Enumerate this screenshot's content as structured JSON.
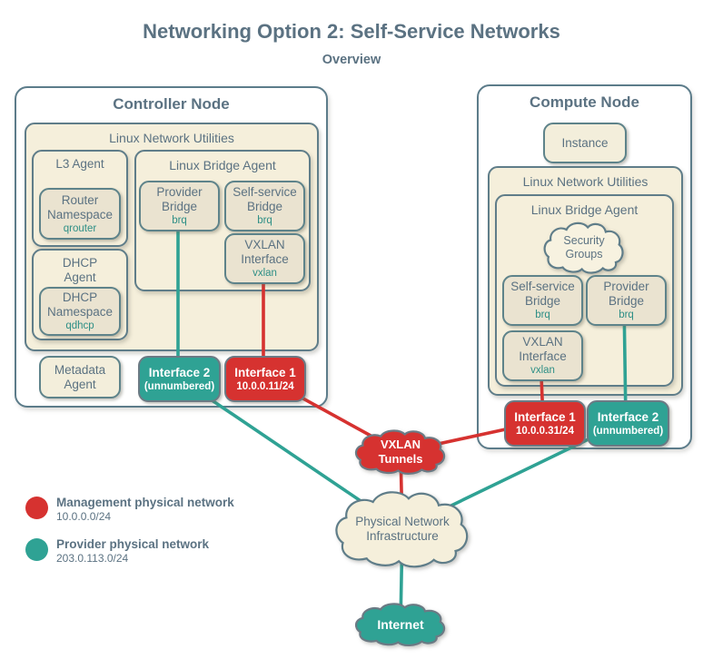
{
  "title": "Networking Option 2: Self-Service Networks",
  "subtitle": "Overview",
  "colors": {
    "management_red": "#d63230",
    "provider_teal": "#2fa294",
    "slate_text": "#5b7282",
    "cream_fill": "#f5efdb",
    "leaf_fill": "#eae3d0",
    "node_border": "#5c7c8a"
  },
  "controller_node": {
    "title": "Controller Node",
    "linux_network_utilities_label": "Linux Network Utilities",
    "l3_agent": {
      "label": "L3 Agent"
    },
    "router_namespace": {
      "label": "Router Namespace",
      "sub": "qrouter"
    },
    "dhcp_agent": {
      "label": "DHCP Agent"
    },
    "dhcp_namespace": {
      "label": "DHCP Namespace",
      "sub": "qdhcp"
    },
    "linux_bridge_agent_label": "Linux Bridge Agent",
    "provider_bridge": {
      "label": "Provider Bridge",
      "sub": "brq"
    },
    "self_service_bridge": {
      "label": "Self-service Bridge",
      "sub": "brq"
    },
    "vxlan_interface": {
      "label": "VXLAN Interface",
      "sub": "vxlan"
    },
    "metadata_agent": {
      "label": "Metadata Agent"
    },
    "interface2": {
      "label": "Interface 2",
      "sub": "(unnumbered)"
    },
    "interface1": {
      "label": "Interface 1",
      "sub": "10.0.0.11/24"
    }
  },
  "compute_node": {
    "title": "Compute Node",
    "instance_label": "Instance",
    "linux_network_utilities_label": "Linux Network Utilities",
    "linux_bridge_agent_label": "Linux Bridge Agent",
    "security_groups": {
      "label": "Security Groups"
    },
    "self_service_bridge": {
      "label": "Self-service Bridge",
      "sub": "brq"
    },
    "provider_bridge": {
      "label": "Provider Bridge",
      "sub": "brq"
    },
    "vxlan_interface": {
      "label": "VXLAN Interface",
      "sub": "vxlan"
    },
    "interface1": {
      "label": "Interface 1",
      "sub": "10.0.0.31/24"
    },
    "interface2": {
      "label": "Interface 2",
      "sub": "(unnumbered)"
    }
  },
  "clouds": {
    "vxlan_tunnels": "VXLAN Tunnels",
    "physical_network": "Physical Network Infrastructure",
    "internet": "Internet"
  },
  "legend": {
    "management": {
      "label": "Management physical network",
      "subnet": "10.0.0.0/24"
    },
    "provider": {
      "label": "Provider physical network",
      "subnet": "203.0.113.0/24"
    }
  }
}
